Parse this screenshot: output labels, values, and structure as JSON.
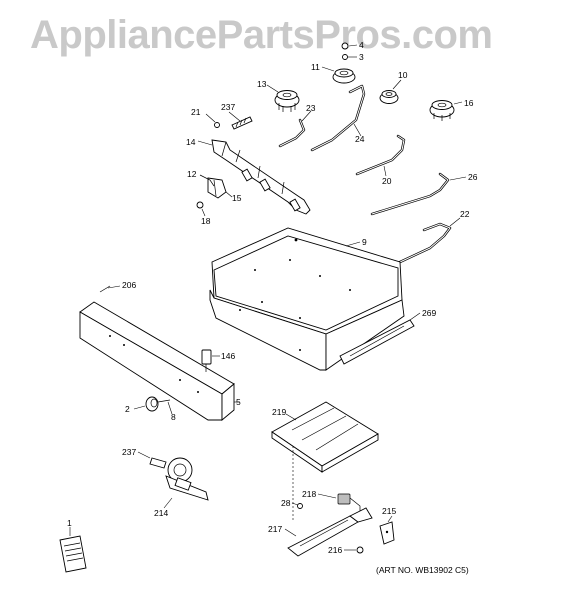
{
  "watermark": "AppliancePartsPros.com",
  "art_number": "(ART NO. WB13902 C5)",
  "callouts": {
    "p1": "1",
    "p2": "2",
    "p3": "3",
    "p4": "4",
    "p5": "5",
    "p8": "8",
    "p9": "9",
    "p10": "10",
    "p11": "11",
    "p12": "12",
    "p13": "13",
    "p14": "14",
    "p15": "15",
    "p16": "16",
    "p18": "18",
    "p20": "20",
    "p21": "21",
    "p22": "22",
    "p23": "23",
    "p24": "24",
    "p26": "26",
    "p28": "28",
    "p146": "146",
    "p206": "206",
    "p214": "214",
    "p215": "215",
    "p216": "216",
    "p217": "217",
    "p218": "218",
    "p219": "219",
    "p237a": "237",
    "p237b": "237",
    "p269": "269"
  }
}
